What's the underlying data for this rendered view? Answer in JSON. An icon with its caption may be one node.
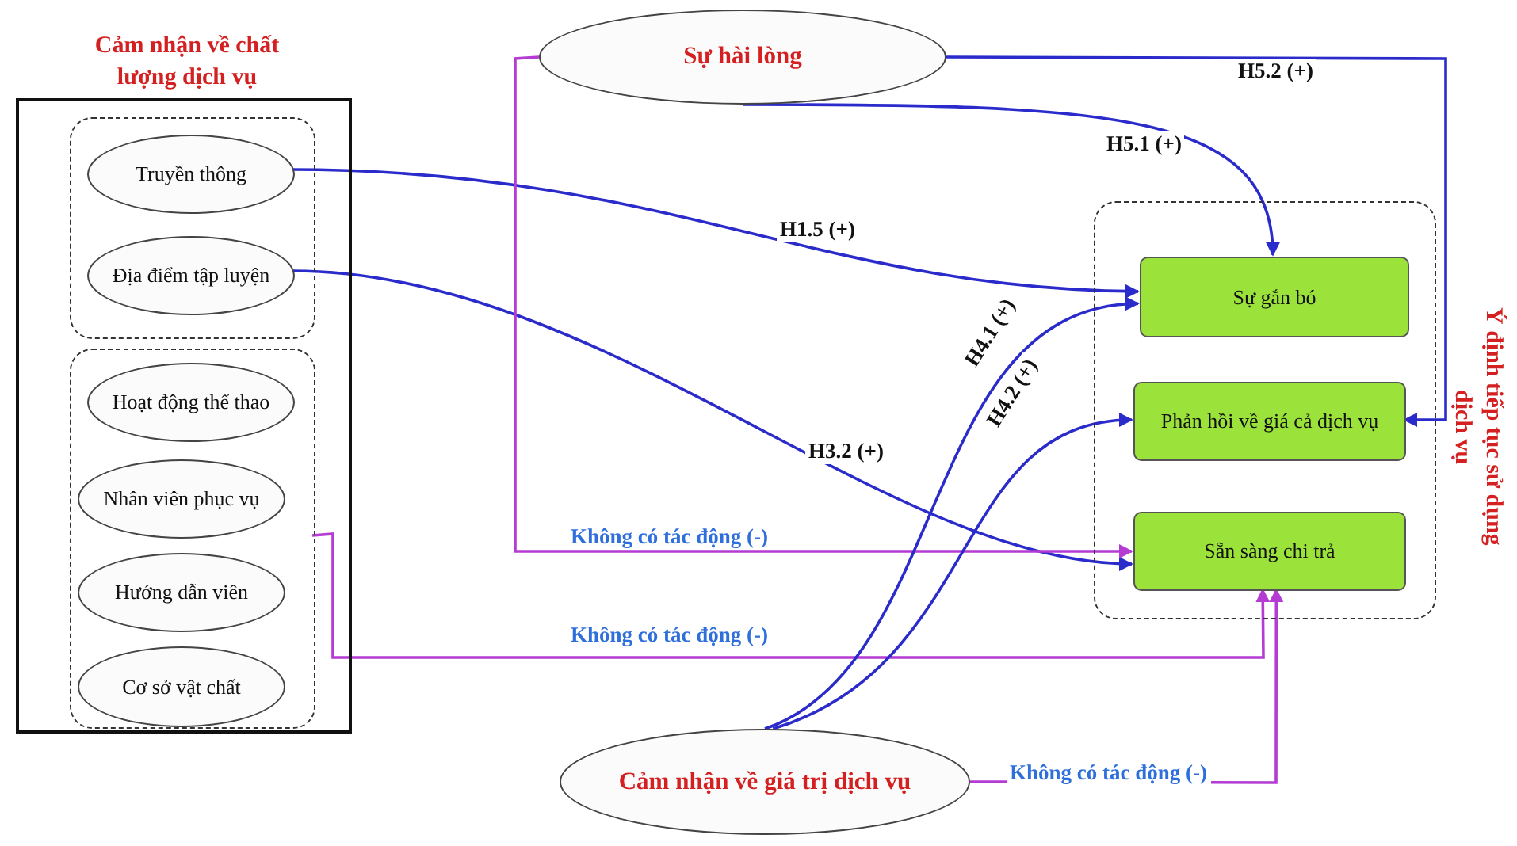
{
  "diagram": {
    "nodes": [
      {
        "text": [
          "Cảm nhận về chất lượng dịch vụ"
        ]
      },
      {
        "text": [],
        "shape": "box",
        "in": 0
      },
      {
        "text": [
          "Truyền thông"
        ],
        "in": 1
      },
      {
        "text": [
          "Địa điểm tập luyện"
        ],
        "in": 1
      },
      {
        "text": [],
        "shape": "box",
        "in": 0
      },
      {
        "text": [
          "Hoạt động thể thao"
        ],
        "in": 4
      },
      {
        "text": [
          "Nhân viên phục vụ"
        ],
        "in": 4
      },
      {
        "text": [
          "Hướng dẫn viên"
        ],
        "in": 4
      },
      {
        "text": [
          "Cơ sở vật chất"
        ],
        "in": 4
      },
      {
        "text": [
          "Sự hài lòng"
        ]
      },
      {
        "text": [
          "Ý định tiếp tục sử dụng dịch vụ"
        ]
      },
      {
        "text": [
          "Sự gắn bó"
        ],
        "in": 10
      },
      {
        "text": [
          "Phản hồi về giá cả dịch vụ"
        ],
        "in": 10
      },
      {
        "text": [
          "Sẵn sàng chi trả"
        ],
        "in": 10
      },
      {
        "text": [
          "Cảm nhận về giá trị dịch vụ"
        ]
      }
    ],
    "edges": [
      {
        "from": 2,
        "to": 11,
        "arrow": "to",
        "label": "H1.5 (+)"
      },
      {
        "from": 3,
        "to": 13,
        "arrow": "to",
        "label": "H3.2 (+)"
      },
      {
        "from": 9,
        "to": 11,
        "arrow": "to",
        "label": "H5.1 (+)"
      },
      {
        "from": 9,
        "to": 12,
        "arrow": "to",
        "label": "H5.2 (+)"
      },
      {
        "from": 9,
        "to": 13,
        "arrow": "to",
        "label": "Không có tác động (-)",
        "color": "#b43cd2"
      },
      {
        "from": 4,
        "to": 13,
        "arrow": "to",
        "label": "Không có tác động (-)",
        "color": "#b43cd2"
      },
      {
        "from": 14,
        "to": 13,
        "arrow": "to",
        "label": "Không có tác động (-)",
        "color": "#b43cd2"
      },
      {
        "from": 14,
        "to": 11,
        "arrow": "to",
        "label": "H4.1 (+)"
      },
      {
        "from": 14,
        "to": 12,
        "arrow": "to",
        "label": "H4.2 (+)"
      }
    ]
  }
}
